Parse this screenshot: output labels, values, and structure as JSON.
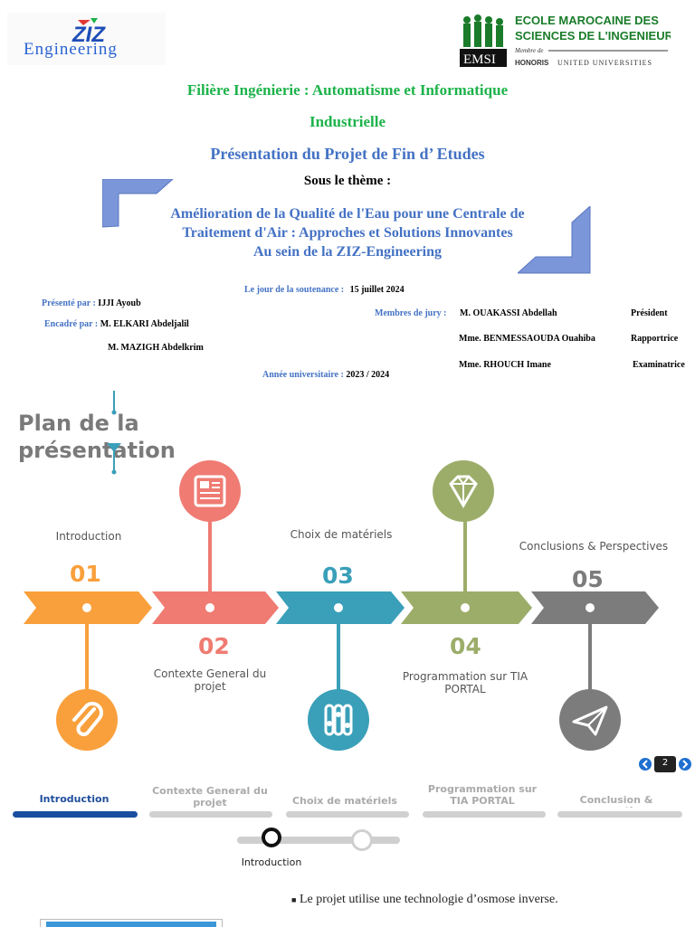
{
  "header": {
    "ziz_logo_text": "Engineering",
    "ziz_logo_mark": "ZIZ",
    "emsi_line1": "ECOLE MAROCAINE DES",
    "emsi_line2": "SCIENCES DE L'INGENIEUR",
    "emsi_member": "Membre de",
    "emsi_honoris": "HONORIS",
    "emsi_united": "UNITED UNIVERSITIES",
    "emsi_short": "EMSI"
  },
  "cover": {
    "filiere_line1": "Filière Ingénierie : Automatisme et Informatique",
    "filiere_line2": "Industrielle",
    "presentation": "Présentation du Projet de Fin d’ Etudes",
    "sous_theme": "Sous le thème :",
    "theme_line1": "Amélioration de la Qualité de l'Eau pour une Centrale de",
    "theme_line2": "Traitement d'Air : Approches et Solutions Innovantes",
    "theme_line3": "Au sein de la ZIZ-Engineering",
    "soutenance_label": "Le jour de la soutenance :",
    "soutenance_date": "15 juillet 2024",
    "presente_label": "Présenté par :",
    "presente_name": "IJJI Ayoub",
    "encadre_label": "Encadré par :",
    "encadre_name1": "M. ELKARI Abdeljalil",
    "encadre_name2": "M. MAZIGH Abdelkrim",
    "jury_label": "Membres de jury :",
    "jury": [
      {
        "name": "M. OUAKASSI Abdellah",
        "role": "Président"
      },
      {
        "name": "Mme. BENMESSAOUDA Ouahiba",
        "role": "Rapportrice"
      },
      {
        "name": "Mme. RHOUCH Imane",
        "role": "Examinatrice"
      }
    ],
    "annee_label": "Année universitaire :",
    "annee_value": "2023 / 2024"
  },
  "plan": {
    "title_line1": "Plan de la",
    "title_line2": "présentation",
    "steps": [
      {
        "num": "01",
        "label": "Introduction",
        "color": "#f9a03c",
        "icon": "paperclip-icon"
      },
      {
        "num": "02",
        "label": "Contexte General du projet",
        "color": "#ef7b72",
        "icon": "document-icon"
      },
      {
        "num": "03",
        "label": "Choix de matériels",
        "color": "#3a9fb9",
        "icon": "sliders-icon"
      },
      {
        "num": "04",
        "label": "Programmation sur TIA PORTAL",
        "color": "#9cad6a",
        "icon": "diamond-icon"
      },
      {
        "num": "05",
        "label": "Conclusions & Perspectives",
        "color": "#7c7c7c",
        "icon": "paper-plane-icon"
      }
    ],
    "page_number": "2"
  },
  "tabs": [
    {
      "label": "Introduction",
      "active": true
    },
    {
      "label": "Contexte General du projet",
      "active": false
    },
    {
      "label": "Choix de matériels",
      "active": false
    },
    {
      "label": "Programmation sur TIA PORTAL",
      "active": false
    },
    {
      "label": "Conclusion & perspectives",
      "active": false
    }
  ],
  "slider": {
    "current_label": "Introduction"
  },
  "content": {
    "bullet1": "Le projet utilise une technologie  d’osmose inverse."
  }
}
